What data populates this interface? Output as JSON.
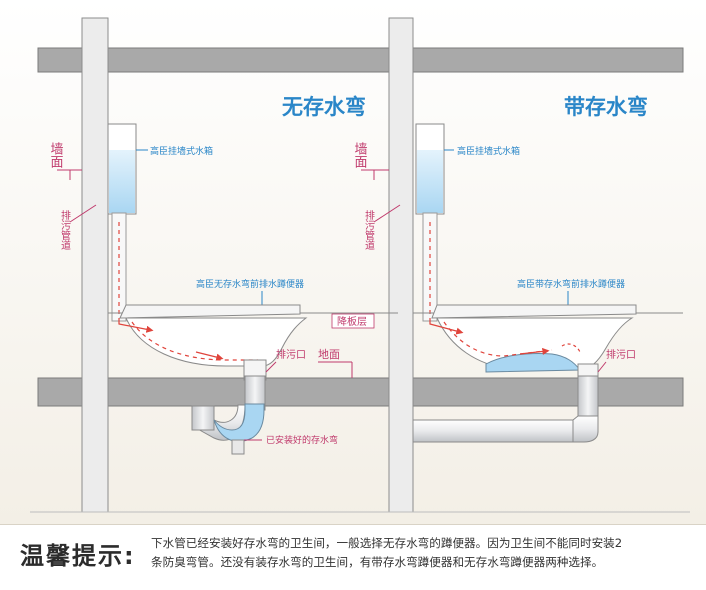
{
  "left_panel": {
    "title": "无存水弯",
    "wall_label": "墙面",
    "pipe_label": "排污管道",
    "tank_label": "高臣挂墙式水箱",
    "toilet_label": "高臣无存水弯前排水蹲便器",
    "floor_drop_label": "降板层",
    "outlet_label": "排污口",
    "ground_label": "地面",
    "trap_label": "已安装好的存水弯"
  },
  "right_panel": {
    "title": "带存水弯",
    "wall_label": "墙面",
    "pipe_label": "排污管道",
    "tank_label": "高臣挂墙式水箱",
    "toilet_label": "高臣带存水弯前排水蹲便器",
    "outlet_label": "排污口"
  },
  "tip": {
    "title": "温馨提示:",
    "line1": "下水管已经安装好存水弯的卫生间，一般选择无存水弯的蹲便器。因为卫生间不能同时安装2",
    "line2": "条防臭弯管。还没有装存水弯的卫生间，有带存水弯蹲便器和无存水弯蹲便器两种选择。"
  },
  "colors": {
    "accent_blue": "#2a86c8",
    "label_magenta": "#c03a6c",
    "flow_red": "#e0443c",
    "water_blue": "#cfe8f8",
    "concrete_gray": "#ababab"
  }
}
